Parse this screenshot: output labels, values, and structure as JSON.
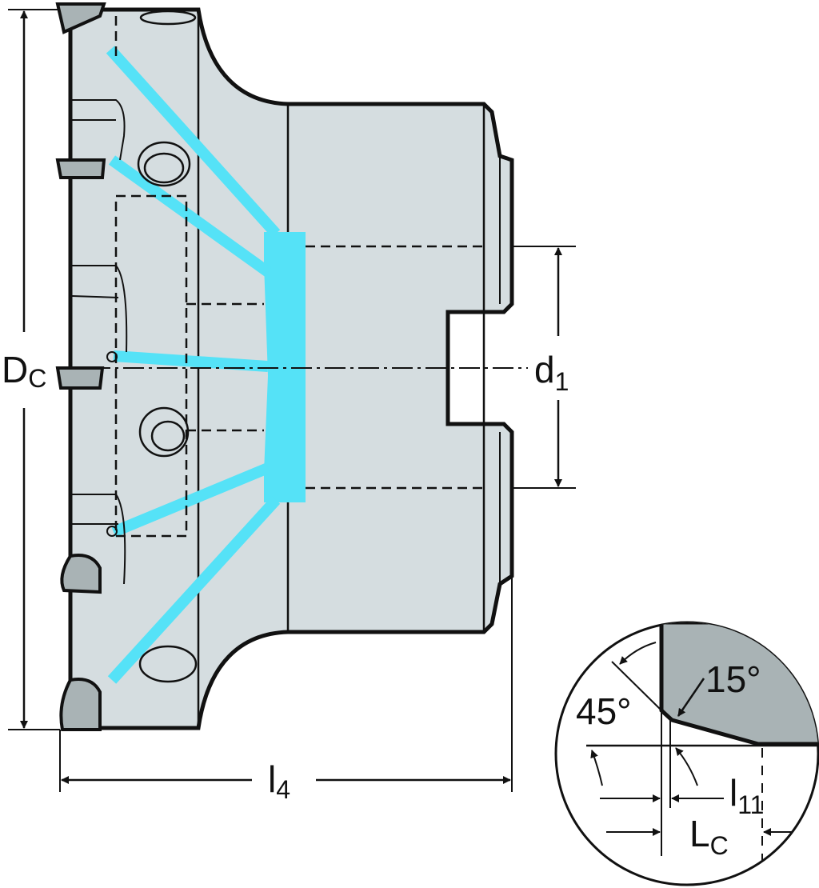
{
  "title": "Face milling cutter with coolant channels",
  "colors": {
    "body": "#d5dde0",
    "coolant": "#55e2f7",
    "insert": "#a9b3b5",
    "line": "#111111"
  },
  "dimensions": {
    "dc": {
      "main": "D",
      "sub": "C"
    },
    "d1": {
      "main": "d",
      "sub": "1"
    },
    "l4": {
      "main": "l",
      "sub": "4"
    },
    "l11": {
      "main": "l",
      "sub": "11"
    },
    "lc": {
      "main": "L",
      "sub": "C"
    }
  },
  "detail": {
    "angle_45": "45°",
    "angle_15": "15°"
  }
}
